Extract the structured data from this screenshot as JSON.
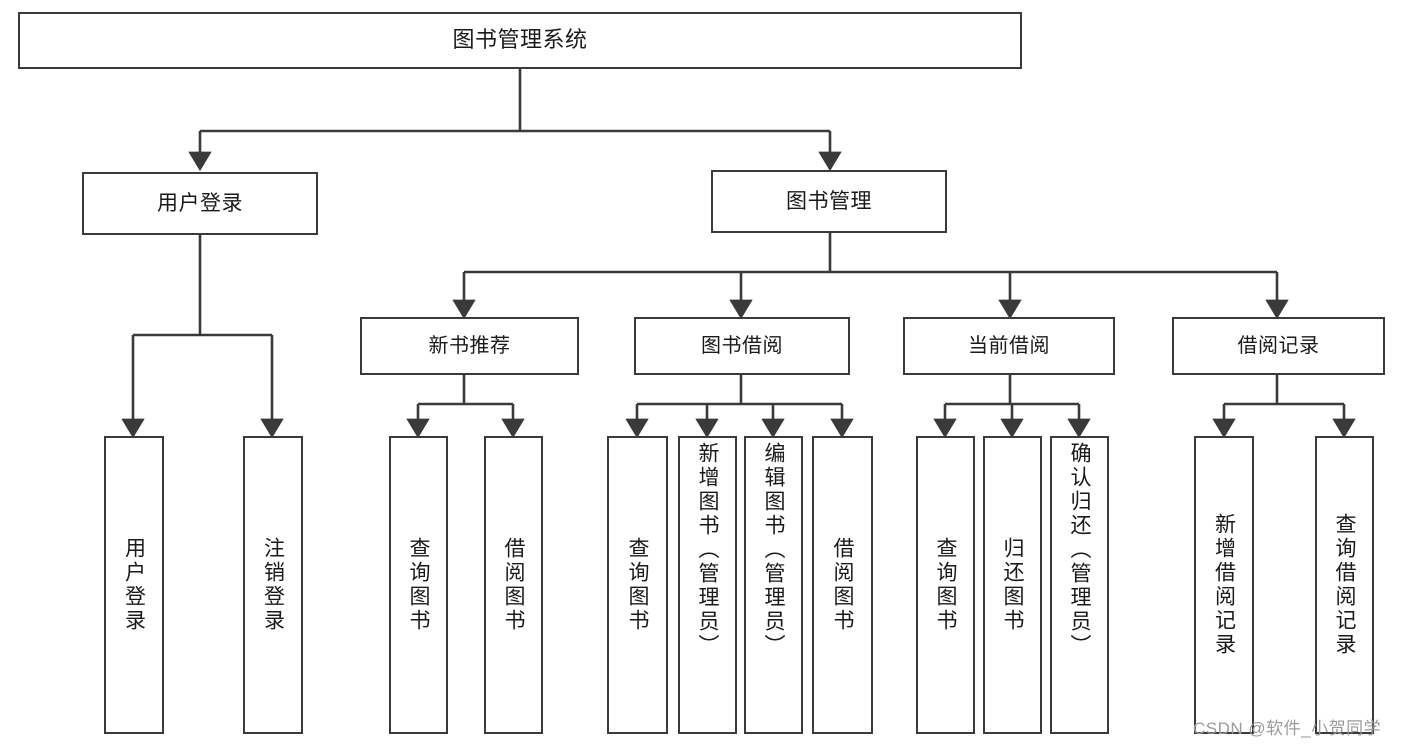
{
  "diagram": {
    "type": "tree",
    "title": "图书管理系统",
    "root": {
      "label": "图书管理系统"
    },
    "level2": [
      {
        "label": "用户登录"
      },
      {
        "label": "图书管理"
      }
    ],
    "level3": [
      {
        "label": "新书推荐"
      },
      {
        "label": "图书借阅"
      },
      {
        "label": "当前借阅"
      },
      {
        "label": "借阅记录"
      }
    ],
    "leaves": [
      {
        "label": "用户登录",
        "parent": "用户登录"
      },
      {
        "label": "注销登录",
        "parent": "用户登录"
      },
      {
        "label": "查询图书",
        "parent": "新书推荐"
      },
      {
        "label": "借阅图书",
        "parent": "新书推荐"
      },
      {
        "label": "查询图书",
        "parent": "图书借阅"
      },
      {
        "label": "新增图书（管理员）",
        "parent": "图书借阅"
      },
      {
        "label": "编辑图书（管理员）",
        "parent": "图书借阅"
      },
      {
        "label": "借阅图书",
        "parent": "图书借阅"
      },
      {
        "label": "查询图书",
        "parent": "当前借阅"
      },
      {
        "label": "归还图书",
        "parent": "当前借阅"
      },
      {
        "label": "确认归还（管理员）",
        "parent": "当前借阅"
      },
      {
        "label": "新增借阅记录",
        "parent": "借阅记录"
      },
      {
        "label": "查询借阅记录",
        "parent": "借阅记录"
      }
    ]
  },
  "watermark": {
    "text": "CSDN @软件_小贺同学"
  },
  "colors": {
    "stroke": "#3a3a3a",
    "text": "#1a1a1a",
    "background": "#ffffff",
    "watermark": "#9b9b9b"
  }
}
